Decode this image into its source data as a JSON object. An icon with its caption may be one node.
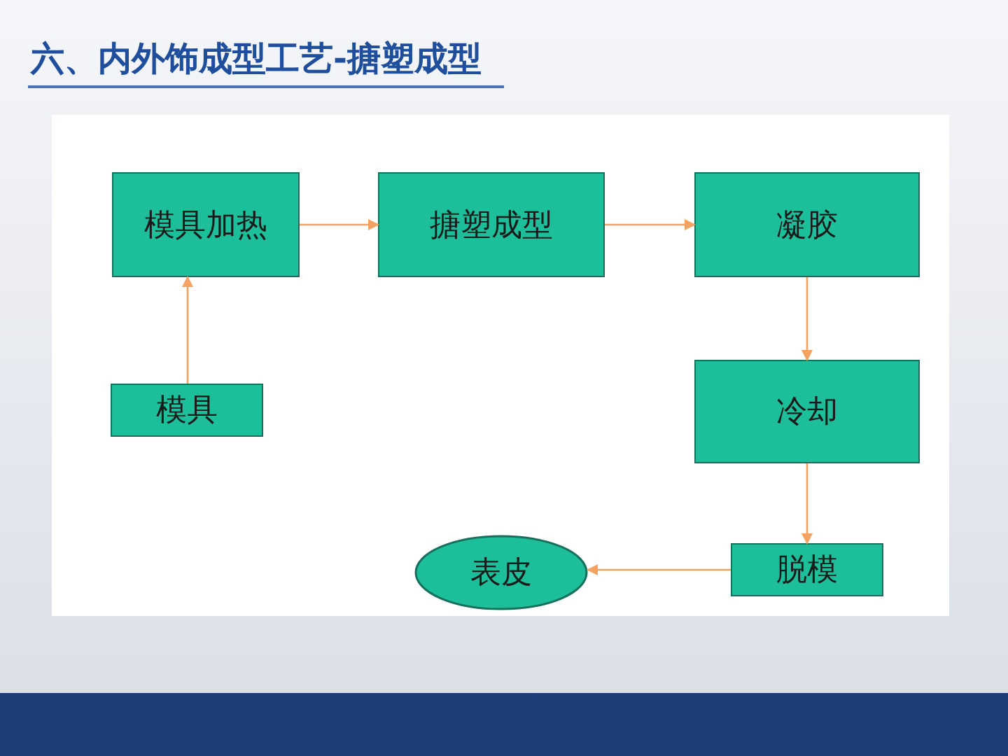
{
  "diagram": {
    "title": "六、内外饰成型工艺-搪塑成型",
    "nodes": [
      {
        "text": [
          "模具加热"
        ]
      },
      {
        "text": [
          "搪塑成型"
        ]
      },
      {
        "text": [
          "凝胶"
        ]
      },
      {
        "text": [
          "模具"
        ]
      },
      {
        "text": [
          "冷却"
        ]
      },
      {
        "text": [
          "脱模"
        ]
      },
      {
        "text": [
          "表皮"
        ]
      }
    ],
    "edges": [
      {
        "from": 3,
        "to": 0,
        "arrow": "to"
      },
      {
        "from": 0,
        "to": 1,
        "arrow": "to"
      },
      {
        "from": 1,
        "to": 2,
        "arrow": "to"
      },
      {
        "from": 2,
        "to": 4,
        "arrow": "to"
      },
      {
        "from": 4,
        "to": 5,
        "arrow": "to"
      },
      {
        "from": 5,
        "to": 6,
        "arrow": "to"
      }
    ]
  }
}
